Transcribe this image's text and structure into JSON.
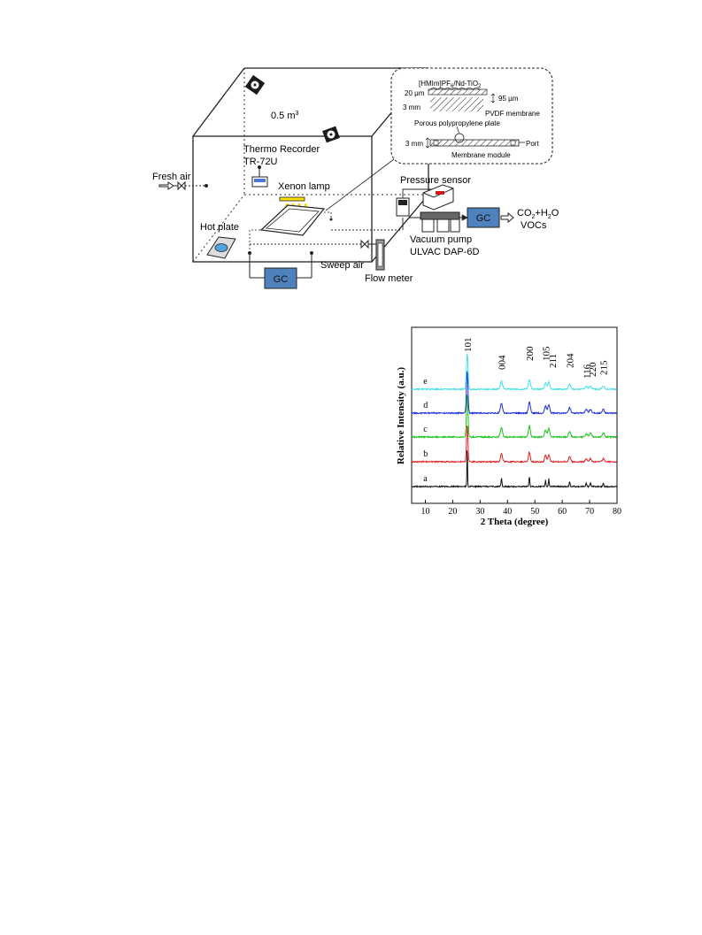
{
  "figure1": {
    "volume": "0.5 m",
    "volume_sup": "3",
    "thermo_recorder": "Thermo Recorder",
    "thermo_model": "TR-72U",
    "fresh_air": "Fresh air",
    "xenon_lamp": "Xenon lamp",
    "hot_plate": "Hot plate",
    "gc": "GC",
    "sweep_air": "Sweep air",
    "flow_meter": "Flow meter",
    "pressure_sensor": "Pressure sensor",
    "vacuum_pump": "Vacuum pump",
    "vacuum_pump_model": "ULVAC DAP-6D",
    "outlet_line1_a": "CO",
    "outlet_line1_b": "2",
    "outlet_line1_c": "+H",
    "outlet_line1_d": "2",
    "outlet_line1_e": "O",
    "outlet_line2": "VOCs",
    "inset": {
      "coating_a": "[HMIm]PF",
      "coating_b": "6",
      "coating_c": "/Nd-TiO",
      "coating_d": "2",
      "thick_20": "20 μm",
      "thick_95": "95 μm",
      "pvdf": "PVDF membrane",
      "thick_3a": "3 mm",
      "porous_plate": "Porous polypropylene plate",
      "thick_3b": "3 mm",
      "port": "Port",
      "module": "Membrane module"
    }
  },
  "chart_data": {
    "type": "line",
    "xlabel": "2 Theta (degree)",
    "ylabel": "Relative Intensity (a.u.)",
    "xlim": [
      5,
      80
    ],
    "xticks": [
      10,
      20,
      30,
      40,
      50,
      60,
      70,
      80
    ],
    "peak_labels": [
      {
        "label": "101",
        "x": 25.3
      },
      {
        "label": "004",
        "x": 37.8
      },
      {
        "label": "200",
        "x": 48.0
      },
      {
        "label": "105",
        "x": 53.9
      },
      {
        "label": "211",
        "x": 55.1
      },
      {
        "label": "204",
        "x": 62.7
      },
      {
        "label": "116",
        "x": 68.8
      },
      {
        "label": "220",
        "x": 70.3
      },
      {
        "label": "215",
        "x": 75.0
      }
    ],
    "series": [
      {
        "name": "a",
        "color": "#111111"
      },
      {
        "name": "b",
        "color": "#e02020"
      },
      {
        "name": "c",
        "color": "#18c018"
      },
      {
        "name": "d",
        "color": "#1a2bd6"
      },
      {
        "name": "e",
        "color": "#3fe0ea"
      }
    ]
  }
}
